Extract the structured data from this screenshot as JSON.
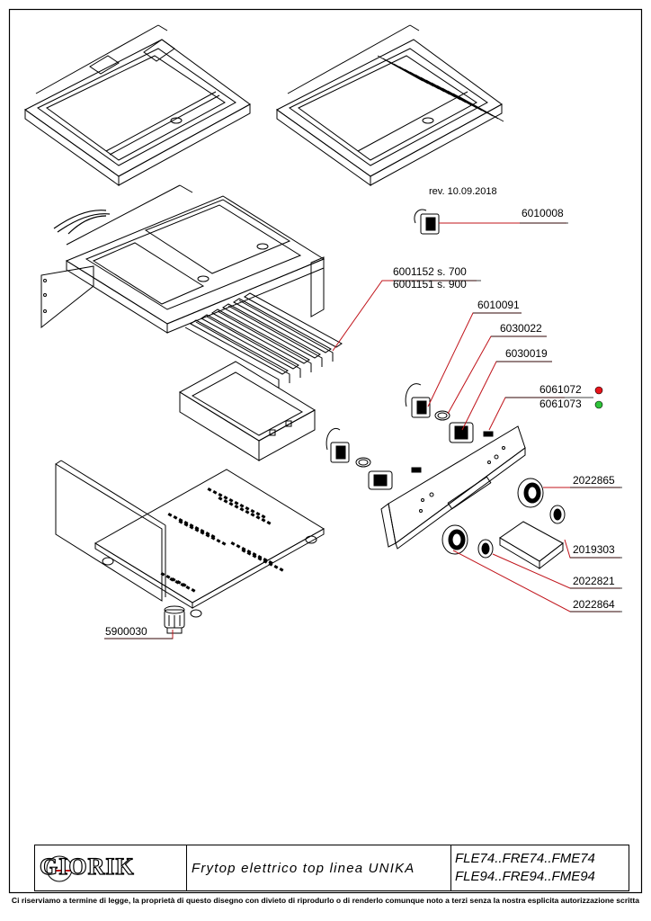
{
  "revision": "rev. 10.09.2018",
  "parts": {
    "p6010008": "6010008",
    "p6001152": "6001152  s. 700",
    "p6001151": "6001151  s. 900",
    "p6010091": "6010091",
    "p6030022": "6030022",
    "p6030019": "6030019",
    "p6061072": "6061072",
    "p6061073": "6061073",
    "p2022865": "2022865",
    "p2019303": "2019303",
    "p2022821": "2022821",
    "p2022864": "2022864",
    "p5900030": "5900030"
  },
  "indicator_colors": {
    "red": "#e8141b",
    "green": "#2fc43a"
  },
  "title_block": {
    "logo": "GIORIK",
    "title": "Frytop elettrico top linea UNIKA",
    "models_line1": "FLE74..FRE74..FME74",
    "models_line2": "FLE94..FRE94..FME94"
  },
  "footer": "Ci riserviamo a termine di legge, la proprietà di questo disegno con divieto di riprodurlo o di renderlo comunque noto a terzi senza la nostra esplicita autorizzazione scritta"
}
